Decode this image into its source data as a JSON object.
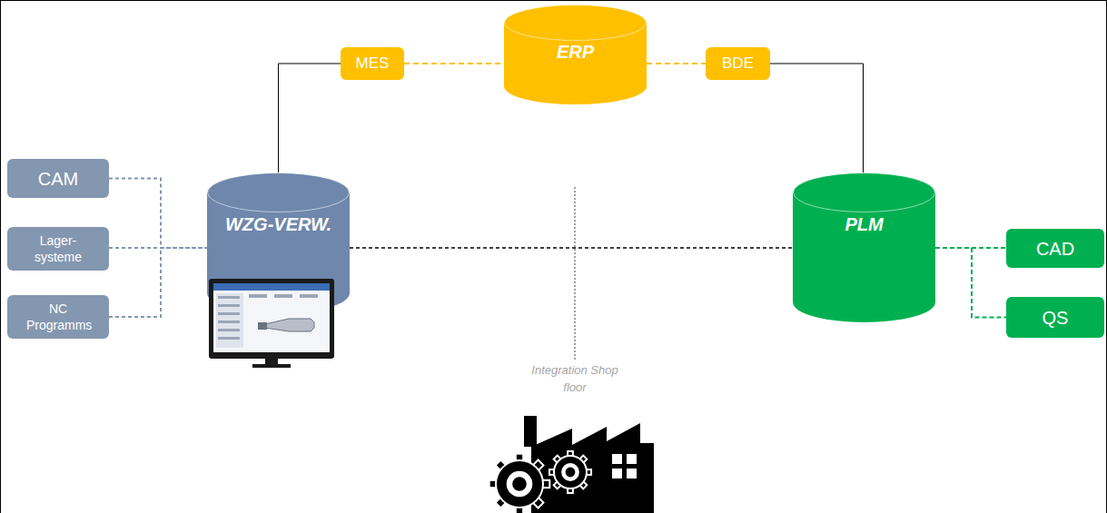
{
  "diagram": {
    "nodes": [
      {
        "text": [
          "ERP"
        ]
      },
      {
        "text": [
          "MES"
        ]
      },
      {
        "text": [
          "BDE"
        ]
      },
      {
        "text": [
          "CAM"
        ]
      },
      {
        "text": [
          "Lager- systeme"
        ]
      },
      {
        "text": [
          "NC Programms"
        ]
      },
      {
        "text": [
          "WZG-VERW."
        ]
      },
      {
        "text": [
          "PLM"
        ]
      },
      {
        "text": [
          "CAD"
        ]
      },
      {
        "text": [
          "QS"
        ]
      }
    ],
    "edges": [
      {
        "from": 1,
        "to": 0,
        "arrow": "none"
      },
      {
        "from": 0,
        "to": 2,
        "arrow": "none"
      },
      {
        "from": 1,
        "to": 6,
        "arrow": "none"
      },
      {
        "from": 2,
        "to": 7,
        "arrow": "none"
      },
      {
        "from": 3,
        "to": 6,
        "arrow": "none"
      },
      {
        "from": 4,
        "to": 6,
        "arrow": "none"
      },
      {
        "from": 5,
        "to": 6,
        "arrow": "none"
      },
      {
        "from": 6,
        "to": 7,
        "arrow": "none"
      },
      {
        "from": 7,
        "to": 8,
        "arrow": "none"
      },
      {
        "from": 7,
        "to": 9,
        "arrow": "none"
      }
    ],
    "labels": [
      "Integration Shop floor"
    ]
  }
}
